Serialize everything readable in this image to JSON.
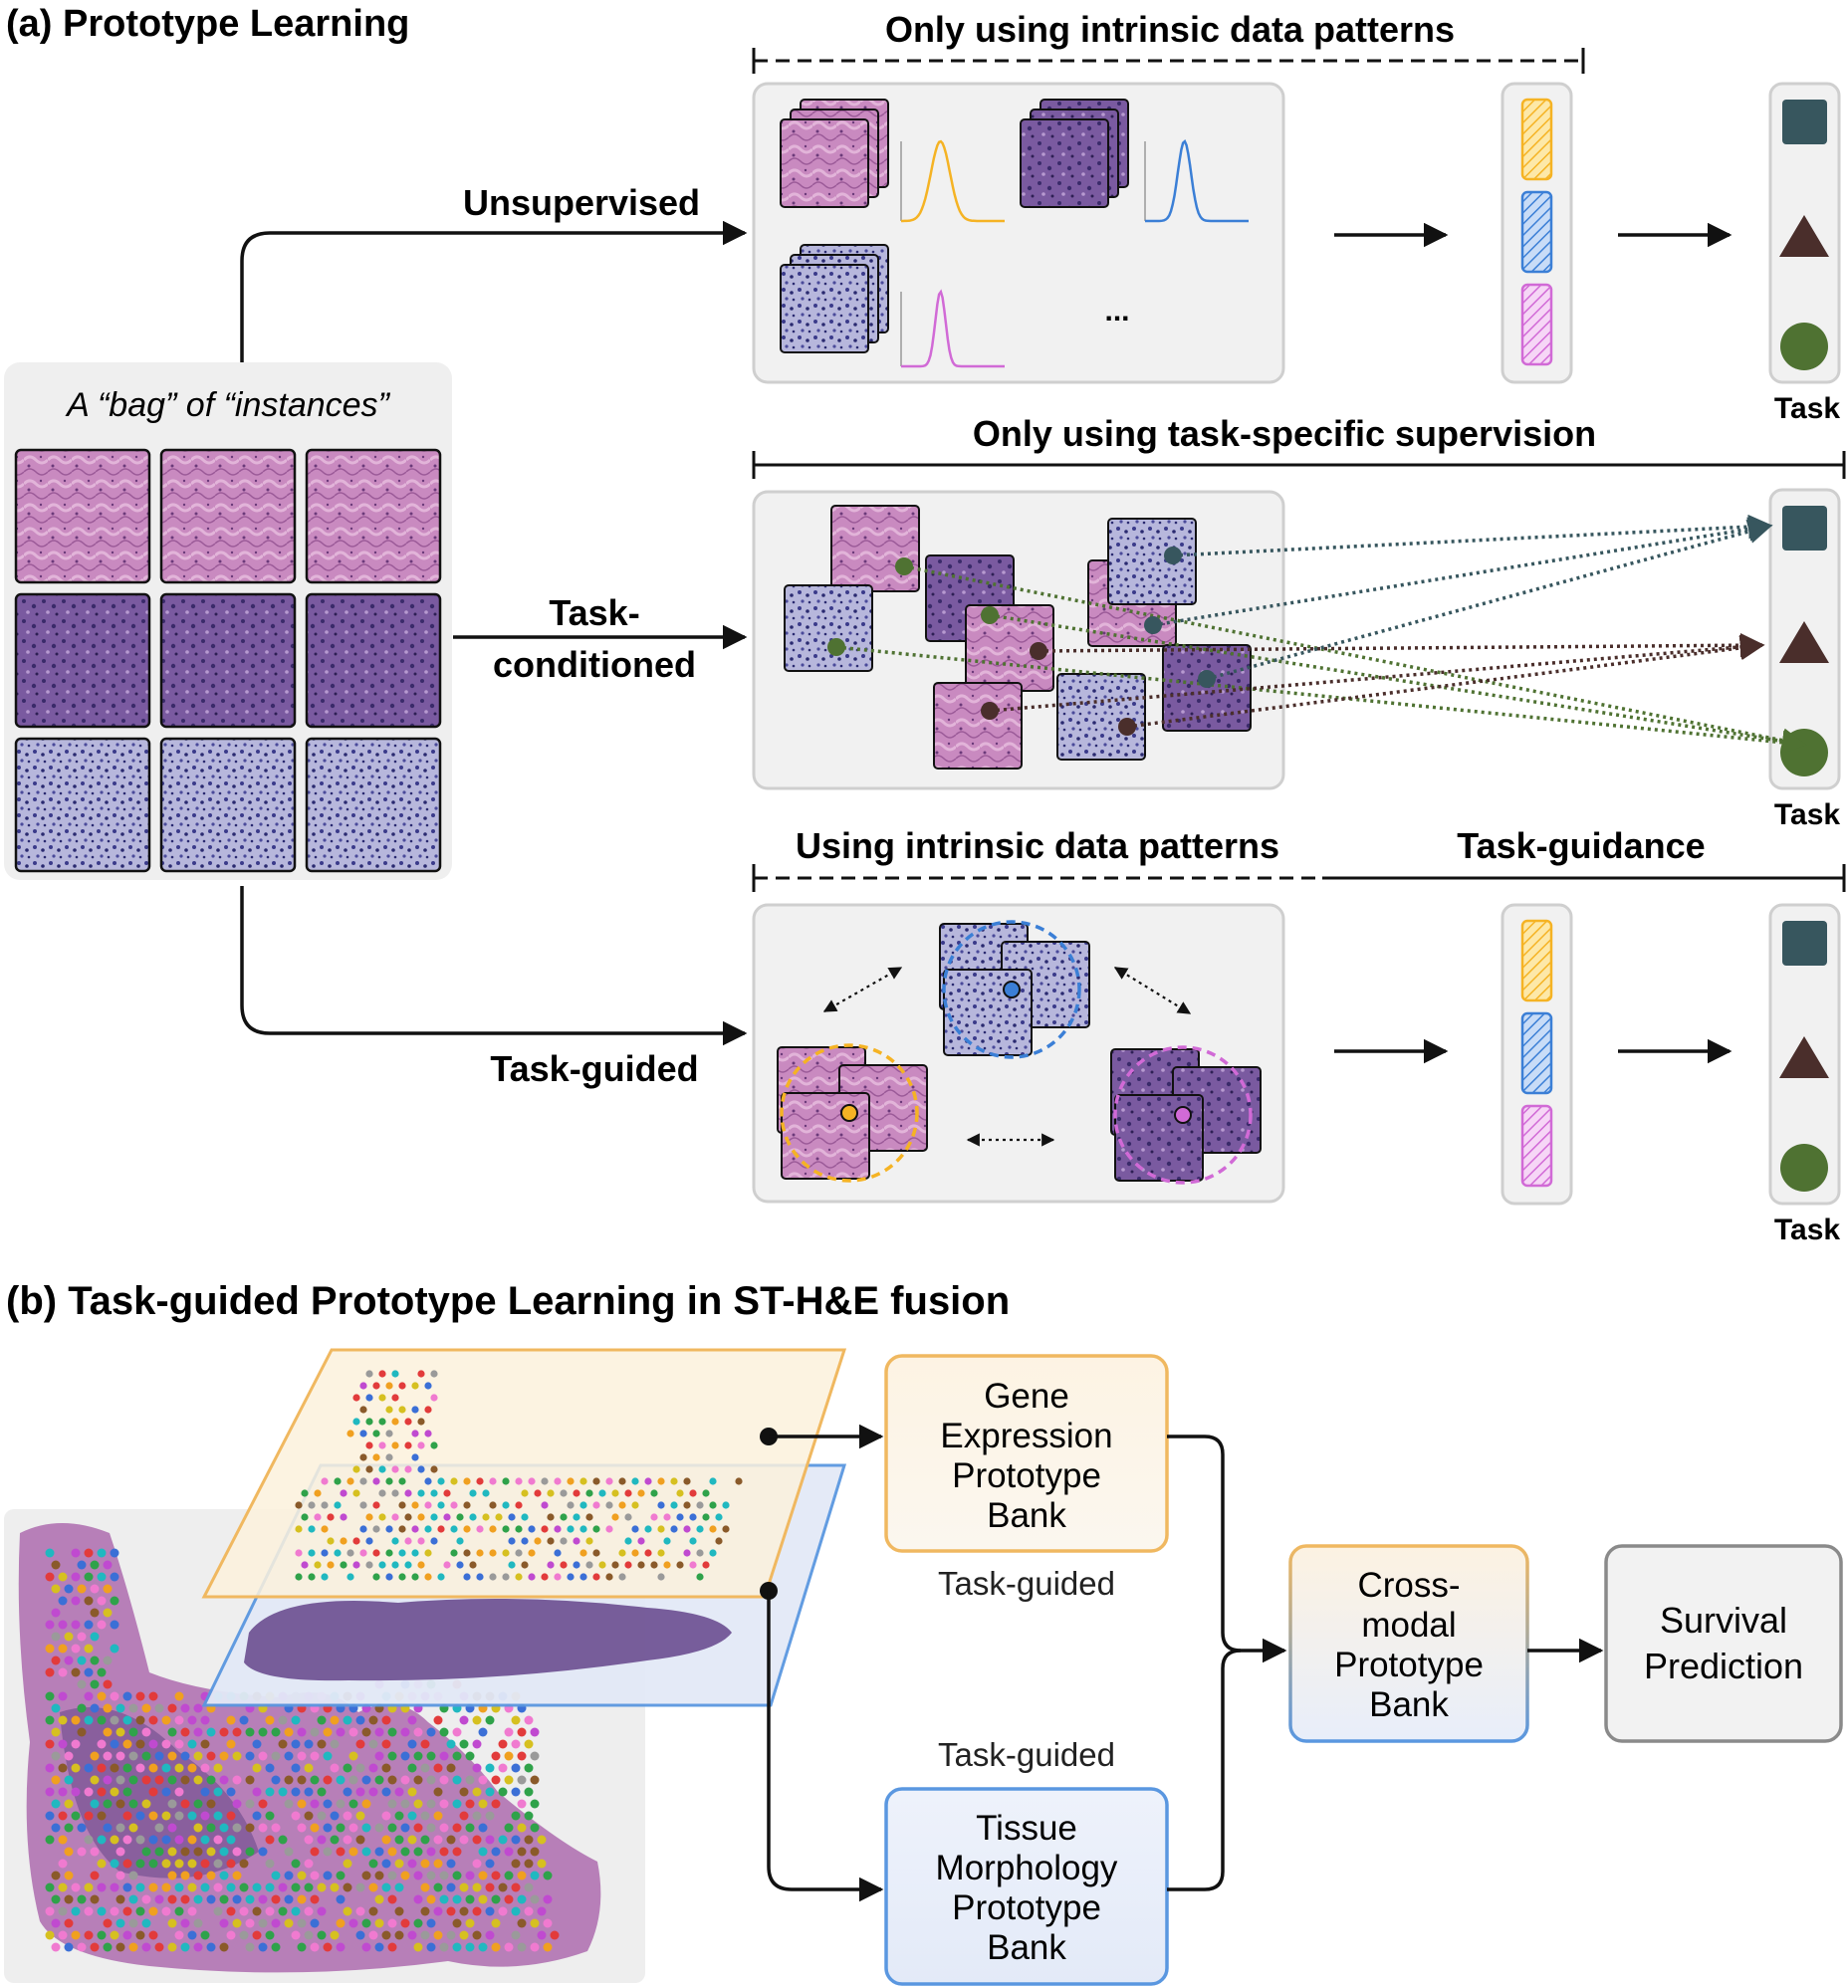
{
  "panel_a": {
    "title": "(a) Prototype Learning",
    "bag_label": "A “bag” of “instances”",
    "rows": [
      {
        "branch_label": [
          "Unsupervised"
        ],
        "header": "Only using intrinsic data patterns",
        "ellipsis": "...",
        "task_label": "Task"
      },
      {
        "branch_label": [
          "Task-",
          "conditioned"
        ],
        "header": "Only using task-specific supervision",
        "task_label": "Task"
      },
      {
        "branch_label": [
          "Task-guided"
        ],
        "header_left": "Using intrinsic data patterns",
        "header_right": "Task-guidance",
        "task_label": "Task"
      }
    ],
    "task_shapes": [
      "square",
      "triangle",
      "circle"
    ],
    "prototype_colors": [
      "#f5b324",
      "#3b7fd6",
      "#d16ad6"
    ],
    "task_colors": {
      "square": "#37565e",
      "triangle": "#4a2e2b",
      "circle": "#4f7232"
    }
  },
  "panel_b": {
    "title": "(b) Task-guided Prototype Learning in ST-H&E fusion",
    "gene_bank": [
      "Gene",
      "Expression",
      "Prototype",
      "Bank"
    ],
    "tissue_bank": [
      "Tissue",
      "Morphology",
      "Prototype",
      "Bank"
    ],
    "cross_bank": [
      "Cross-",
      "modal",
      "Prototype",
      "Bank"
    ],
    "survival": [
      "Survival",
      "Prediction"
    ],
    "guided_label_top": "Task-guided",
    "guided_label_bottom": "Task-guided",
    "colors": {
      "gene": "#f0b860",
      "tissue": "#5a97e0",
      "neutral": "#8a8a8a"
    }
  }
}
